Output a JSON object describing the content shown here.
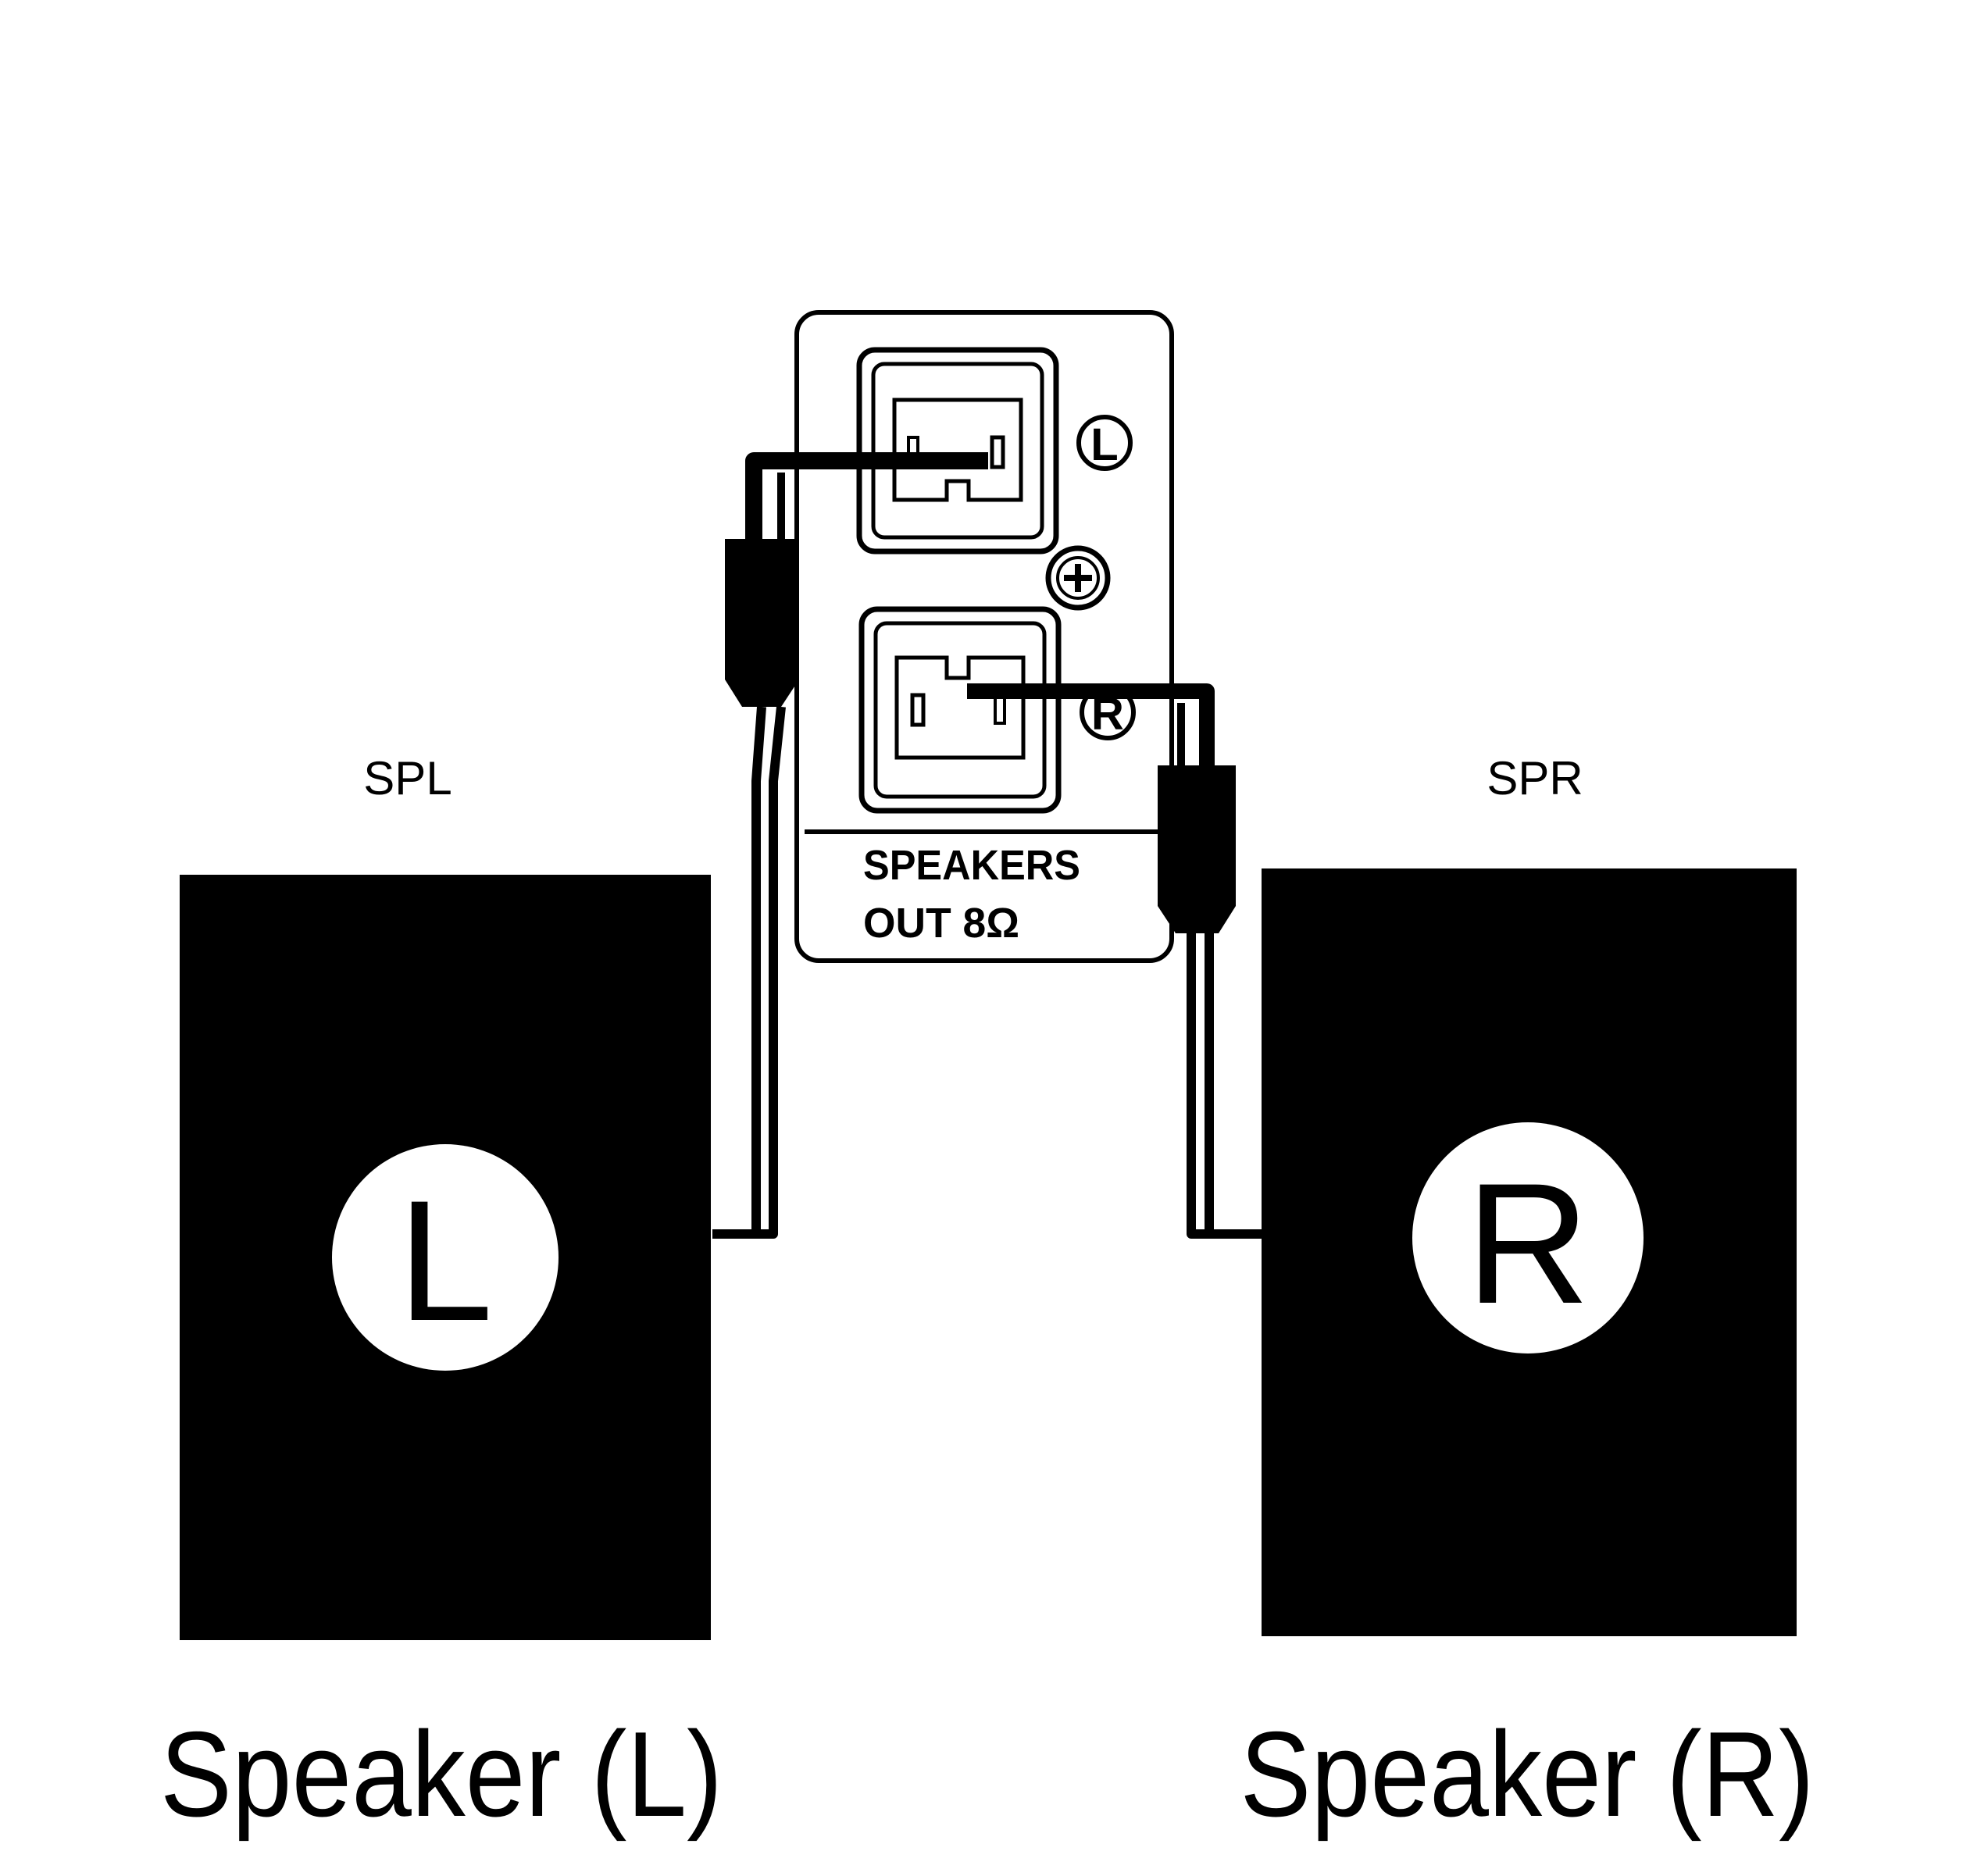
{
  "panel": {
    "caption_line1": "SPEAKERS",
    "caption_line2": "OUT 8Ω",
    "jack_left_mark": "L",
    "jack_right_mark": "R"
  },
  "speakers": {
    "left": {
      "code": "SPL",
      "badge": "L",
      "caption": "Speaker (L)"
    },
    "right": {
      "code": "SPR",
      "badge": "R",
      "caption": "Speaker (R)"
    }
  },
  "colors": {
    "ink": "#000000",
    "paper": "#ffffff"
  }
}
